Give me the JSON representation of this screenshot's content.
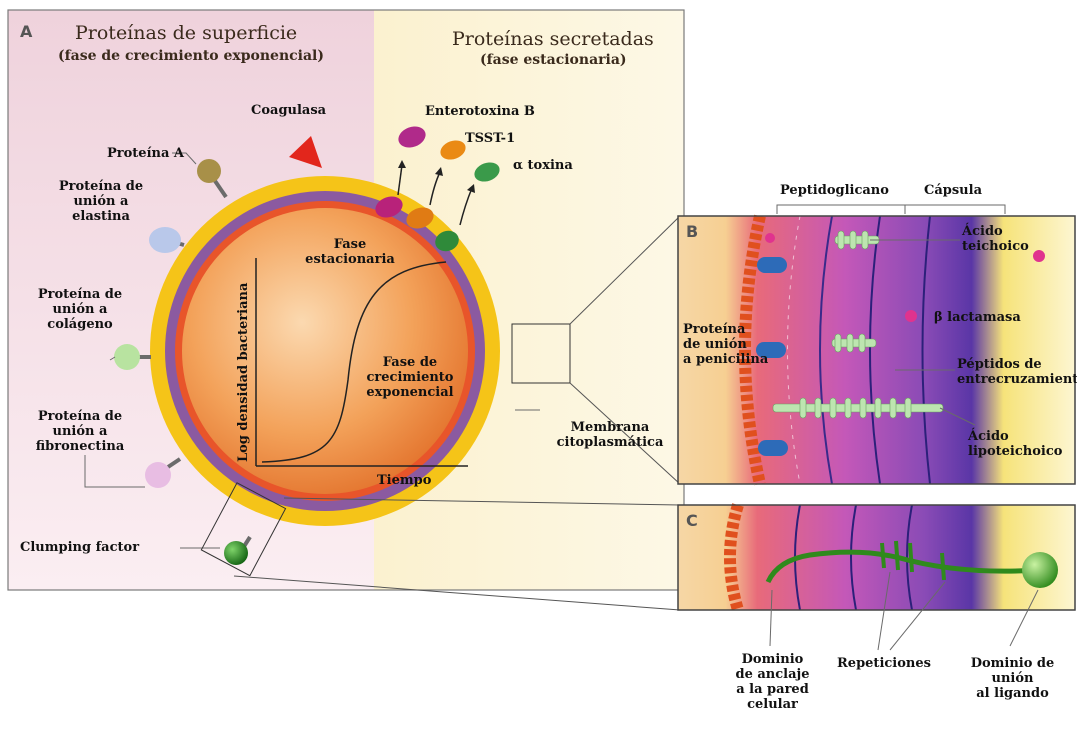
{
  "panels": {
    "a": "A",
    "b": "B",
    "c": "C"
  },
  "headers": {
    "surface_title": "Proteínas de superficie",
    "surface_sub": "(fase de crecimiento exponencial)",
    "secreted_title": "Proteínas secretadas",
    "secreted_sub": "(fase estacionaria)"
  },
  "surface_proteins": {
    "coagulasa": "Coagulasa",
    "proteina_a": "Proteína A",
    "elastina": "Proteína de\nunión a\nelastina",
    "colageno": "Proteína de\nunión a\ncolágeno",
    "fibronectina": "Proteína de\nunión a\nfibronectina",
    "clumping": "Clumping factor"
  },
  "secreted_proteins": {
    "enterotoxina": "Enterotoxina B",
    "tsst": "TSST-1",
    "alfa": "α toxina"
  },
  "growth_curve": {
    "ylabel": "Log densidad bacteriana",
    "xlabel": "Tiempo",
    "stationary": "Fase\nestacionaria",
    "exponential": "Fase de\ncrecimiento\nexponencial"
  },
  "membrane": "Membrana\ncitoplasmática",
  "panel_b": {
    "peptidoglicano": "Peptidoglicano",
    "capsula": "Cápsula",
    "acido_teichoico": "Ácido\nteichoico",
    "lactamasa": "β lactamasa",
    "pbp": "Proteína\nde unión\na penicilina",
    "peptidos": "Péptidos de\nentrecruzamiento",
    "lipoteichoico": "Ácido\nlipoteichoico"
  },
  "panel_c": {
    "anclaje": "Dominio\nde anclaje\na la pared\ncelular",
    "repeticiones": "Repeticiones",
    "ligando": "Dominio de\nunión\nal ligando"
  },
  "colors": {
    "background_left": "#f4dde4",
    "background_right": "#f8f2d6",
    "outer_ring": "#f2c21b",
    "purple_ring": "#8a4f9a",
    "cell_core": "#f08a3a",
    "membrane_red": "#e0532a"
  }
}
